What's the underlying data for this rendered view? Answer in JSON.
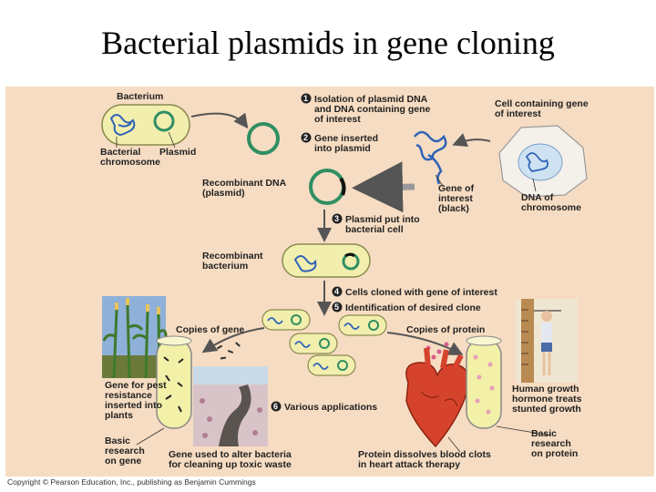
{
  "title": "Bacterial plasmids in gene cloning",
  "labels": {
    "bacterium": "Bacterium",
    "bacterial_chromosome": [
      "Bacterial",
      "chromosome"
    ],
    "plasmid": "Plasmid",
    "step1": [
      "Isolation of plasmid DNA",
      "and DNA containing gene",
      "of interest"
    ],
    "step2": [
      "Gene inserted",
      "into plasmid"
    ],
    "cell_gene": [
      "Cell containing gene",
      "of interest"
    ],
    "recombinant_dna": [
      "Recombinant DNA",
      "(plasmid)"
    ],
    "gene_of_interest": [
      "Gene of",
      "interest",
      "(black)"
    ],
    "dna_chromosome": [
      "DNA of",
      "chromosome"
    ],
    "step3": [
      "Plasmid put into",
      "bacterial cell"
    ],
    "recombinant_bacterium": [
      "Recombinant",
      "bacterium"
    ],
    "step4": "Cells cloned with gene of interest",
    "step5": "Identification of desired clone",
    "copies_gene": "Copies of gene",
    "copies_protein": "Copies of protein",
    "gene_pest": [
      "Gene for pest",
      "resistance",
      "inserted into",
      "plants"
    ],
    "step6": "Various applications",
    "human_growth": [
      "Human growth",
      "hormone treats",
      "stunted growth"
    ],
    "basic_gene": [
      "Basic",
      "research",
      "on gene"
    ],
    "gene_bacteria": [
      "Gene used to alter bacteria",
      "for cleaning up toxic waste"
    ],
    "protein_clots": [
      "Protein dissolves blood clots",
      "in heart attack therapy"
    ],
    "basic_protein": [
      "Basic",
      "research",
      "on protein"
    ]
  },
  "step_numbers": [
    "1",
    "2",
    "3",
    "4",
    "5",
    "6"
  ],
  "copyright": "Copyright © Pearson Education, Inc., publishing as Benjamin Cummings",
  "colors": {
    "panel": "#f6dcc2",
    "bacterium_fill": "#f2efae",
    "plasmid_ring": "#2f8f62",
    "dna_blue": "#2f63b6",
    "arrow": "#555555",
    "heart": "#d6432c"
  }
}
